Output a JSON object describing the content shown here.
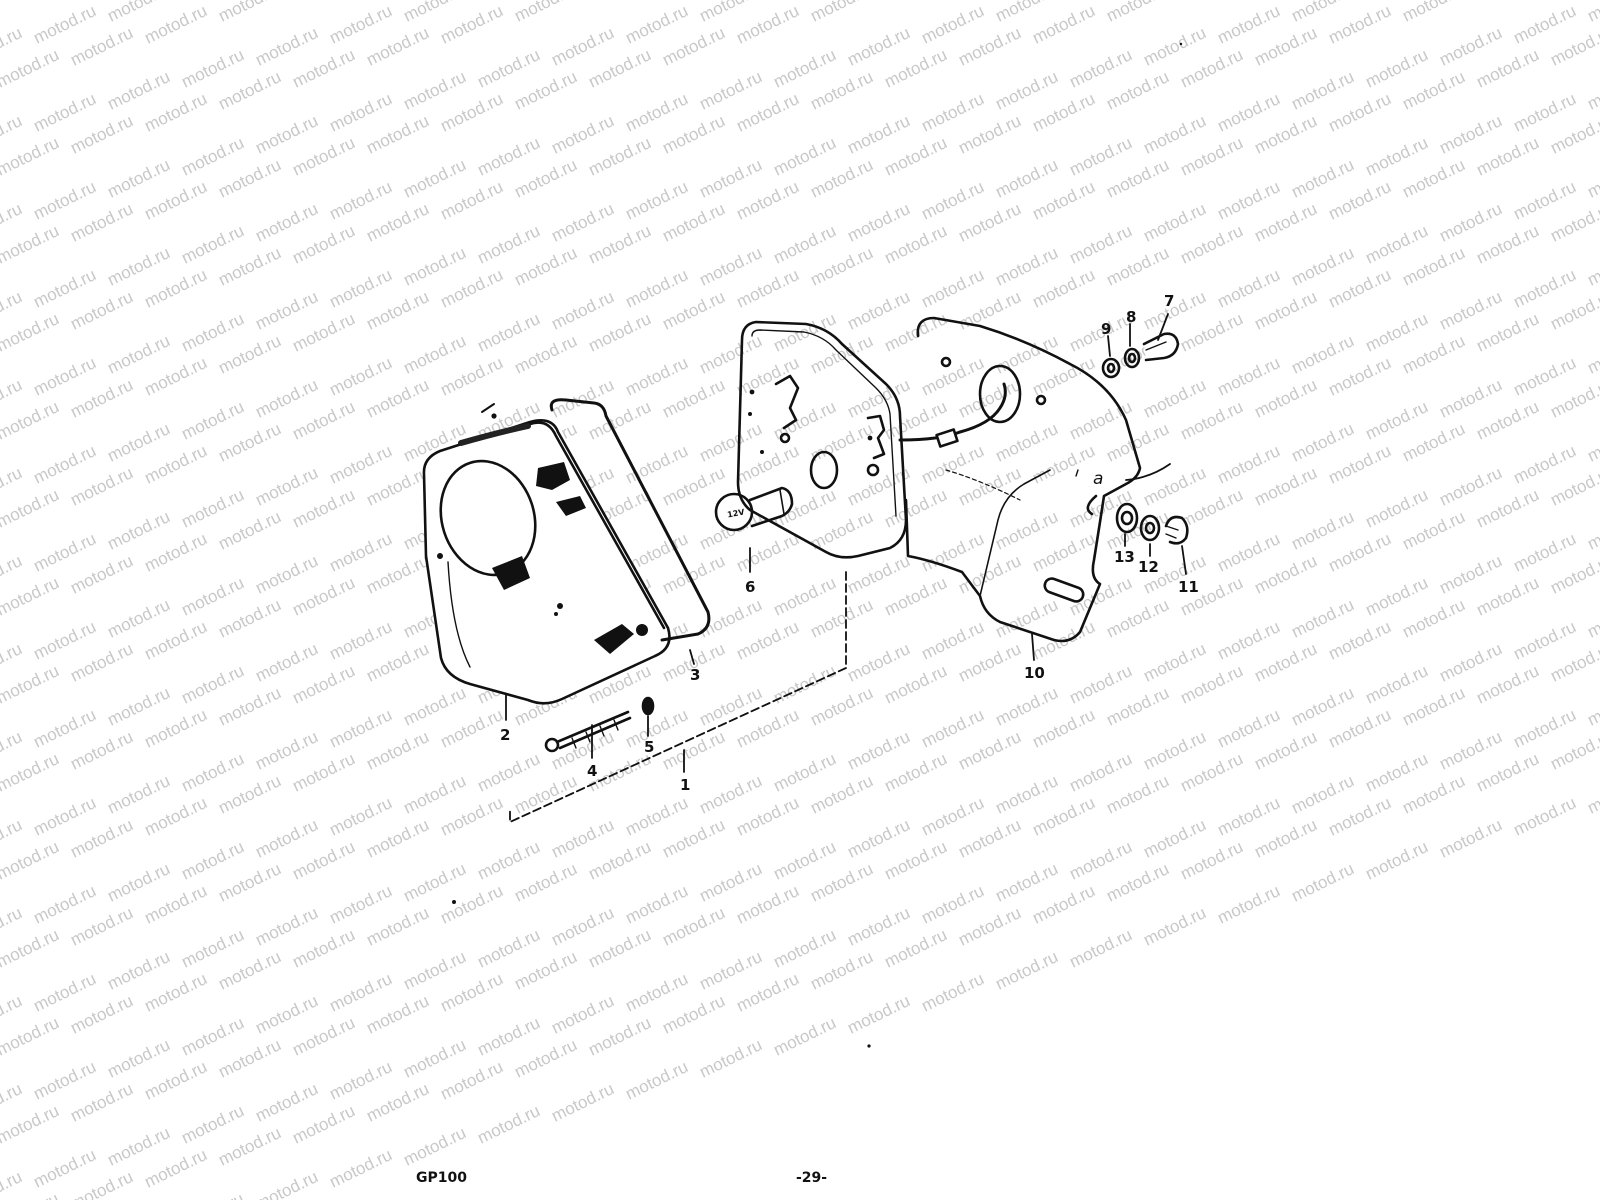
{
  "watermark": {
    "text": "motod.ru",
    "color": "#c8c8c8"
  },
  "diagram": {
    "callouts": [
      {
        "id": "1",
        "label": "1"
      },
      {
        "id": "2",
        "label": "2"
      },
      {
        "id": "3",
        "label": "3"
      },
      {
        "id": "4",
        "label": "4"
      },
      {
        "id": "5",
        "label": "5"
      },
      {
        "id": "6",
        "label": "6"
      },
      {
        "id": "7",
        "label": "7"
      },
      {
        "id": "8",
        "label": "8"
      },
      {
        "id": "9",
        "label": "9"
      },
      {
        "id": "10",
        "label": "10"
      },
      {
        "id": "11",
        "label": "11"
      },
      {
        "id": "12",
        "label": "12"
      },
      {
        "id": "13",
        "label": "13"
      }
    ],
    "reference_letter": "a",
    "bulb_marking": "12V"
  },
  "footer": {
    "model": "GP100",
    "page": "-29-"
  }
}
